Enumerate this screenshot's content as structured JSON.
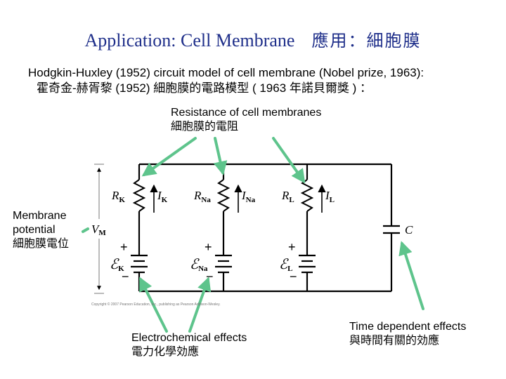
{
  "title": {
    "en": "Application:  Cell Membrane",
    "cn": "應用：細胞膜"
  },
  "intro": {
    "line1": "Hodgkin-Huxley (1952) circuit model of cell membrane (Nobel prize, 1963):",
    "line2": "霍奇金-赫胥黎 (1952)  細胞膜的電路模型 ( 1963 年諾貝爾獎 ) ："
  },
  "callouts": {
    "resistance": {
      "en": "Resistance of cell membranes",
      "cn": "細胞膜的電阻"
    },
    "membrane_potential": {
      "en1": "Membrane",
      "en2": "potential",
      "cn": "細胞膜電位"
    },
    "electrochemical": {
      "en": "Electrochemical effects",
      "cn": "電力化學効應"
    },
    "time": {
      "en": "Time dependent effects",
      "cn": "與時間有關的効應"
    }
  },
  "circuit": {
    "vm": "V",
    "vm_sub": "M",
    "rk": "R",
    "rk_sub": "K",
    "ik": "I",
    "ik_sub": "K",
    "rna": "R",
    "rna_sub": "Na",
    "ina": "I",
    "ina_sub": "Na",
    "rl": "R",
    "rl_sub": "L",
    "il": "I",
    "il_sub": "L",
    "c": "C",
    "ek": "ℰ",
    "ek_sub": "K",
    "ena": "ℰ",
    "ena_sub": "Na",
    "el": "ℰ",
    "el_sub": "L",
    "plus": "+",
    "minus": "−",
    "credit": "Copyright © 2007 Pearson Education, Inc., publishing as Pearson Addison-Wesley."
  },
  "colors": {
    "title": "#1f2f8a",
    "arrow": "#5ec48c",
    "wire": "#000000"
  }
}
